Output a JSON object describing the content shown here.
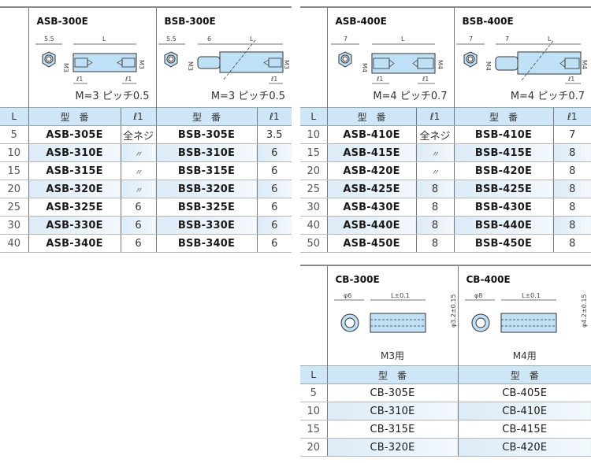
{
  "colors": {
    "header_bg": "#cfe6f7",
    "alt_row_bg": "#dcebf7",
    "part_fill": "#bfe0f5",
    "rule": "#8a8a8a"
  },
  "m3_table": {
    "diagrams": [
      {
        "title": "ASB-300E",
        "pitch": "M=3 ピッチ0.5",
        "dims": {
          "hex": "5.5",
          "length": "L",
          "thread": "M3",
          "ell": "ℓ1"
        }
      },
      {
        "title": "BSB-300E",
        "pitch": "M=3 ピッチ0.5",
        "dims": {
          "hex": "5.5",
          "stud": "6",
          "length": "L",
          "thread": "M3",
          "ell": "ℓ1"
        }
      }
    ],
    "header": {
      "L": "L",
      "model": "型　番",
      "ell": "ℓ1"
    },
    "rows": [
      {
        "L": "5",
        "asb": "ASB-305E",
        "asb_l1": "全ネジ",
        "bsb": "BSB-305E",
        "bsb_l1": "3.5"
      },
      {
        "L": "10",
        "asb": "ASB-310E",
        "asb_l1": "〃",
        "bsb": "BSB-310E",
        "bsb_l1": "6"
      },
      {
        "L": "15",
        "asb": "ASB-315E",
        "asb_l1": "〃",
        "bsb": "BSB-315E",
        "bsb_l1": "6"
      },
      {
        "L": "20",
        "asb": "ASB-320E",
        "asb_l1": "〃",
        "bsb": "BSB-320E",
        "bsb_l1": "6"
      },
      {
        "L": "25",
        "asb": "ASB-325E",
        "asb_l1": "6",
        "bsb": "BSB-325E",
        "bsb_l1": "6"
      },
      {
        "L": "30",
        "asb": "ASB-330E",
        "asb_l1": "6",
        "bsb": "BSB-330E",
        "bsb_l1": "6"
      },
      {
        "L": "40",
        "asb": "ASB-340E",
        "asb_l1": "6",
        "bsb": "BSB-340E",
        "bsb_l1": "6"
      }
    ]
  },
  "m4_table": {
    "diagrams": [
      {
        "title": "ASB-400E",
        "pitch": "M=4 ピッチ0.7",
        "dims": {
          "hex": "7",
          "length": "L",
          "thread": "M4",
          "ell": "ℓ1"
        }
      },
      {
        "title": "BSB-400E",
        "pitch": "M=4 ピッチ0.7",
        "dims": {
          "hex": "7",
          "stud": "7",
          "length": "L",
          "thread": "M4",
          "ell": "ℓ1"
        }
      }
    ],
    "header": {
      "L": "L",
      "model": "型　番",
      "ell": "ℓ1"
    },
    "rows": [
      {
        "L": "10",
        "asb": "ASB-410E",
        "asb_l1": "全ネジ",
        "bsb": "BSB-410E",
        "bsb_l1": "7"
      },
      {
        "L": "15",
        "asb": "ASB-415E",
        "asb_l1": "〃",
        "bsb": "BSB-415E",
        "bsb_l1": "8"
      },
      {
        "L": "20",
        "asb": "ASB-420E",
        "asb_l1": "〃",
        "bsb": "BSB-420E",
        "bsb_l1": "8"
      },
      {
        "L": "25",
        "asb": "ASB-425E",
        "asb_l1": "8",
        "bsb": "BSB-425E",
        "bsb_l1": "8"
      },
      {
        "L": "30",
        "asb": "ASB-430E",
        "asb_l1": "8",
        "bsb": "BSB-430E",
        "bsb_l1": "8"
      },
      {
        "L": "40",
        "asb": "ASB-440E",
        "asb_l1": "8",
        "bsb": "BSB-440E",
        "bsb_l1": "8"
      },
      {
        "L": "50",
        "asb": "ASB-450E",
        "asb_l1": "8",
        "bsb": "BSB-450E",
        "bsb_l1": "8"
      }
    ]
  },
  "cb_table": {
    "diagrams": [
      {
        "title": "CB-300E",
        "use": "M3用",
        "dims": {
          "od": "φ6",
          "length": "L±0.1",
          "id": "φ3.2±0.15"
        }
      },
      {
        "title": "CB-400E",
        "use": "M4用",
        "dims": {
          "od": "φ8",
          "length": "L±0.1",
          "id": "φ4.2±0.15"
        }
      }
    ],
    "header": {
      "L": "L",
      "model": "型　番"
    },
    "rows": [
      {
        "L": "5",
        "cb3": "CB-305E",
        "cb4": "CB-405E"
      },
      {
        "L": "10",
        "cb3": "CB-310E",
        "cb4": "CB-410E"
      },
      {
        "L": "15",
        "cb3": "CB-315E",
        "cb4": "CB-415E"
      },
      {
        "L": "20",
        "cb3": "CB-320E",
        "cb4": "CB-420E"
      }
    ]
  }
}
